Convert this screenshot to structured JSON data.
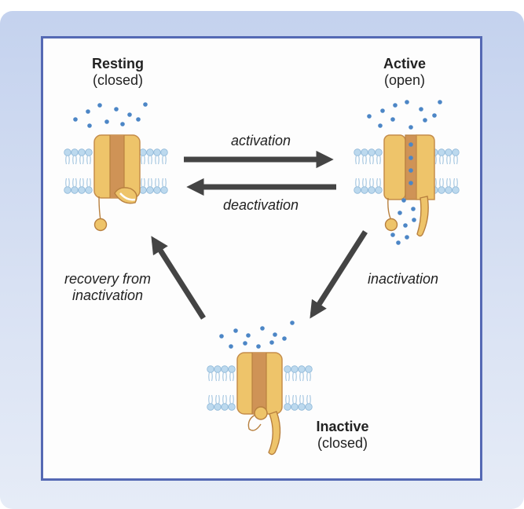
{
  "states": {
    "resting": {
      "title": "Resting",
      "sub": "(closed)"
    },
    "active": {
      "title": "Active",
      "sub": "(open)"
    },
    "inactive": {
      "title": "Inactive",
      "sub": "(closed)"
    }
  },
  "transitions": {
    "activation": "activation",
    "deactivation": "deactivation",
    "inactivation": "inactivation",
    "recovery_line1": "recovery from",
    "recovery_line2": "inactivation"
  },
  "colors": {
    "frame": "#5569b4",
    "channel": "#eec46a",
    "channel_dark": "#c88a4e",
    "membrane": "#b9d8ec",
    "ion": "#4c86c6",
    "arrow": "#444444"
  }
}
